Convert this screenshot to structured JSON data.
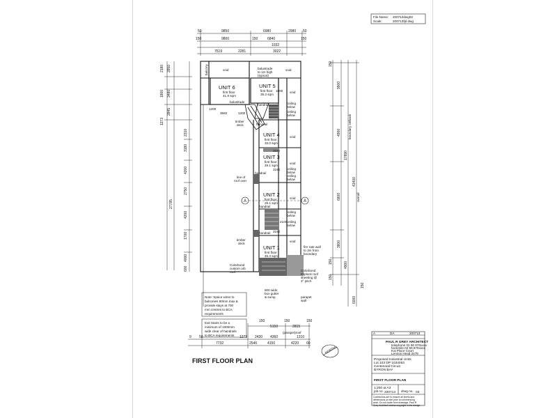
{
  "header": {
    "file_name_label": "File Name:",
    "file_name_value": "200713dwg03",
    "scale_label": "Scale:",
    "scale_value": "200713fpl.dwg"
  },
  "top_dims": {
    "row1": [
      "50",
      "9850",
      "6980",
      "2980",
      "50"
    ],
    "row2": [
      "150",
      "9800",
      "150",
      "6840",
      "150"
    ],
    "row3": [
      "1032"
    ],
    "row4": [
      "7519",
      "2281",
      "3022"
    ]
  },
  "left_dims": [
    "2180",
    "2850",
    "1800",
    "3480",
    "2845",
    "1273",
    "27785",
    "2310",
    "3180",
    "4200",
    "2750",
    "4200",
    "1700",
    "4000",
    "600"
  ],
  "right_dims": [
    "150",
    "9900",
    "4900",
    "17890",
    "43400",
    "6800",
    "3800",
    "150",
    "4900",
    "150",
    "6000",
    "150"
  ],
  "right_dims_rot": [
    "boundary setback",
    "overall"
  ],
  "inner_dims": [
    "1200",
    "3682",
    "1200",
    "3150",
    "3150",
    "3150",
    "2100",
    "1000"
  ],
  "units": [
    {
      "name": "UNIT 6",
      "floor": "first floor",
      "area": "41.9 sqm"
    },
    {
      "name": "UNIT 5",
      "floor": "first floor",
      "area": "35.3 sqm"
    },
    {
      "name": "UNIT 4",
      "floor": "first floor",
      "area": "33.0 sqm"
    },
    {
      "name": "UNIT 3",
      "floor": "first floor",
      "area": "29.1 sqm"
    },
    {
      "name": "UNIT 2",
      "floor": "first floor",
      "area": "29.1 sqm"
    },
    {
      "name": "UNIT 1",
      "floor": "first floor",
      "area": "45.4 sqm"
    }
  ],
  "labels": {
    "void": "void",
    "balcony": "balcony",
    "balustrade": "balustrade",
    "balustrade_top": "balustrade",
    "balustrade_top2": "to 1m high",
    "balustrade_top3": "(typical)",
    "handrail": "handrail",
    "ceiling": "ceiling",
    "below": "below",
    "timber_deck": "timber",
    "deck": "deck",
    "line_of_roof": "line of",
    "roof_over": "roof over",
    "colorbond": "Colorbond",
    "custom_orb": "custom orb",
    "roof": "roof",
    "colorbond2": "Colorbond",
    "kliplock": "Kliplock roof",
    "sheeting": "sheeting @",
    "pitch": "3° pitch",
    "fire_rate_1": "fire rate wall",
    "fire_rate_2": "to 3m from",
    "fire_rate_3": "boundary",
    "gutter_1": "600 wide",
    "gutter_2": "box gutter",
    "gutter_3": "& sump",
    "parapet_1": "parapet",
    "parapet_2": "wall",
    "grid_a": "A"
  },
  "notes": {
    "n1": [
      "Note: Space wires to",
      "balconies 80mm max &",
      "provide stays at 700",
      "mm centres to BCA",
      "requirements"
    ],
    "n2": [
      "Exit Stairs to be a",
      "minimum of 1000mm",
      "wide clear of handrails",
      "to BCA requirements"
    ]
  },
  "bottom_dims": {
    "row1": [
      "150",
      "5150",
      "150",
      "2815",
      "150"
    ],
    "row2": [
      "9",
      "50",
      "1273",
      "2430",
      "4360",
      "1310"
    ],
    "row2b": [
      "(parapet)roof"
    ],
    "row3": [
      "7732",
      "2546",
      "4150",
      "4220",
      "60"
    ]
  },
  "plan_title": "FIRST FLOOR PLAN",
  "north": "NORTH",
  "title_block": {
    "rev": [
      "A",
      "DA",
      "200713"
    ],
    "firm": "PAUL R GREY ARCHITECT",
    "contact": [
      "telephone 02 66 876xxxx",
      "facsimile 02 66 876xxxx",
      "Kai Place Court",
      "Lennox Head 2478"
    ],
    "project": [
      "Proposed Industrial Units",
      "Lot 103 DP 1034053",
      "Centennial Circuit",
      "BYRON BAY"
    ],
    "drawing_title": "FIRST FLOOR PLAN",
    "scale": "1:200 at A3",
    "job_label": "job no.",
    "job_no": "200713",
    "drg_label": "drwg no.",
    "drg_no": "03",
    "copyright": [
      "Contractors are to ensure all levels and",
      "dimensions on site prior to commencing",
      "work. Do not scale from drawings. Paul R",
      "Grey Architect retains copyright in the design."
    ]
  }
}
